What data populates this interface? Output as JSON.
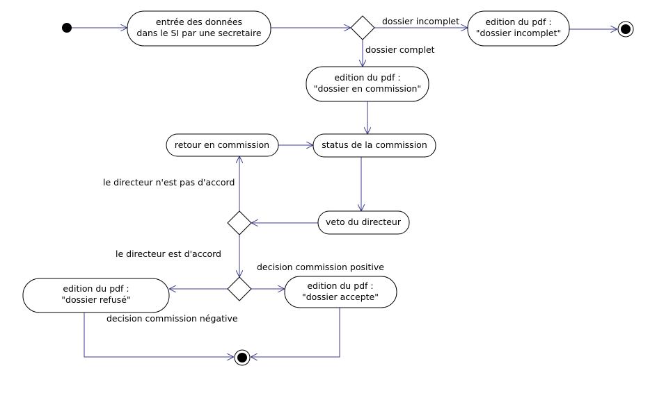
{
  "activities": {
    "entree": [
      "entrée des données",
      "dans le SI par une secretaire"
    ],
    "pdf_incomplet": [
      "edition du pdf :",
      "\"dossier incomplet\""
    ],
    "pdf_commission": [
      "edition du pdf :",
      "\"dossier en commission\""
    ],
    "retour": [
      "retour en commission"
    ],
    "status": [
      "status de la commission"
    ],
    "veto": [
      "veto du directeur"
    ],
    "pdf_refuse": [
      "edition du pdf :",
      "\"dossier refusé\""
    ],
    "pdf_accepte": [
      "edition du pdf :",
      "\"dossier accepte\""
    ]
  },
  "guards": {
    "incomplet": "dossier incomplet",
    "complet": "dossier complet",
    "pas_accord": "le directeur n'est pas d'accord",
    "accord": "le directeur est d'accord",
    "positive": "decision commission positive",
    "negative": "decision commission négative"
  }
}
